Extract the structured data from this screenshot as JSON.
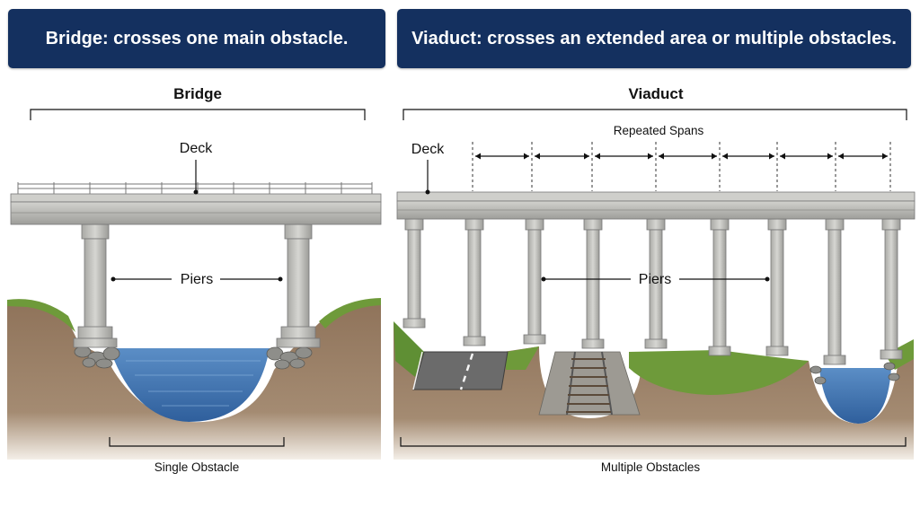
{
  "banners": {
    "left": "Bridge: crosses one main obstacle.",
    "right": "Viaduct: crosses an extended area or multiple obstacles."
  },
  "bridge": {
    "title": "Bridge",
    "deck_label": "Deck",
    "piers_label": "Piers",
    "obstacle_label": "Single Obstacle"
  },
  "viaduct": {
    "title": "Viaduct",
    "deck_label": "Deck",
    "spans_label": "Repeated Spans",
    "piers_label": "Piers",
    "obstacle_label": "Multiple Obstacles"
  },
  "colors": {
    "banner": "#14305f",
    "concrete": "#c9c9c6",
    "water": "#3f74b3",
    "soil": "#8a6f55",
    "grass": "#6e9a3a"
  }
}
